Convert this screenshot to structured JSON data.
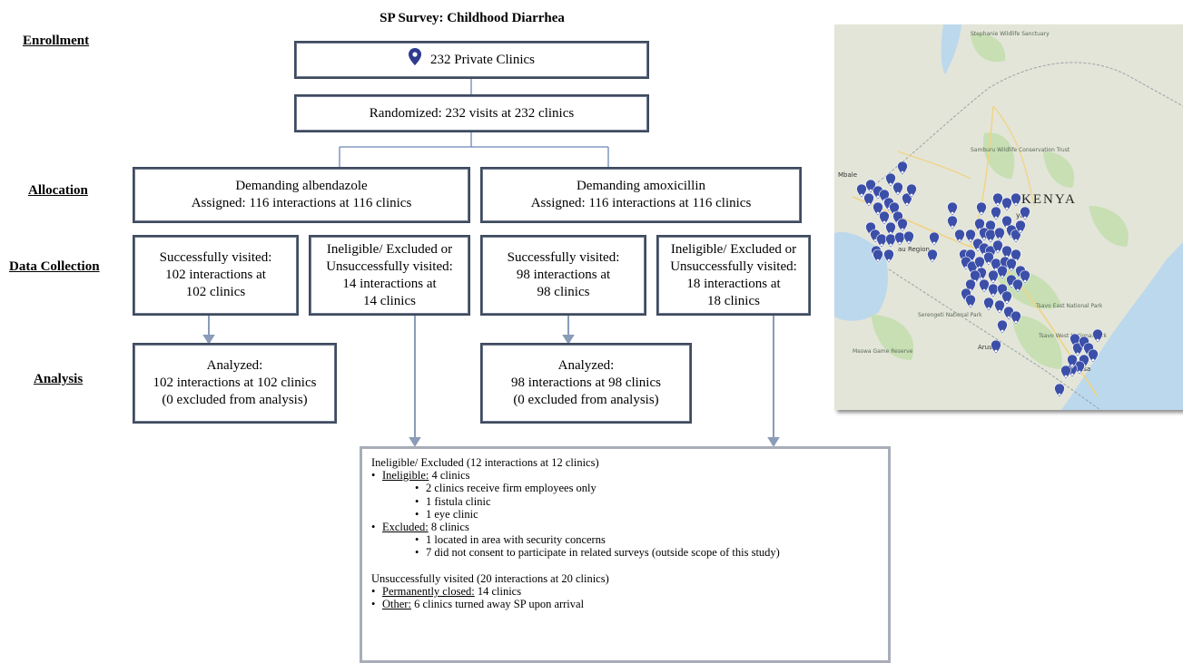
{
  "title": "SP Survey: Childhood Diarrhea",
  "stages": {
    "enrollment": "Enrollment",
    "allocation": "Allocation",
    "data_collection": "Data Collection",
    "analysis": "Analysis"
  },
  "enroll_box": {
    "text": "232 Private Clinics",
    "icon": "map-pin-icon"
  },
  "randomized_box": "Randomized: 232 visits at 232 clinics",
  "arm_left": {
    "alloc_line1": "Demanding albendazole",
    "alloc_line2": "Assigned: 116 interactions at 116 clinics",
    "visited_lines": [
      "Successfully visited:",
      "102 interactions at",
      "102 clinics"
    ],
    "excluded_lines": [
      "Ineligible/ Excluded or",
      "Unsuccessfully visited:",
      "14 interactions at",
      "14 clinics"
    ],
    "analysis_lines": [
      "Analyzed:",
      "102 interactions at 102 clinics",
      "(0 excluded from analysis)"
    ]
  },
  "arm_right": {
    "alloc_line1": "Demanding amoxicillin",
    "alloc_line2": "Assigned: 116 interactions at 116 clinics",
    "visited_lines": [
      "Successfully visited:",
      "98 interactions at",
      "98 clinics"
    ],
    "excluded_lines": [
      "Ineligible/ Excluded or",
      "Unsuccessfully visited:",
      "18 interactions at",
      "18 clinics"
    ],
    "analysis_lines": [
      "Analyzed:",
      "98 interactions at 98 clinics",
      "(0 excluded from analysis)"
    ]
  },
  "detail": {
    "heading1": "Ineligible/ Excluded (12 interactions at 12 clinics)",
    "ineligible_label": "Ineligible:",
    "ineligible_rest": " 4 clinics",
    "ineligible_items": [
      "2 clinics receive firm employees only",
      "1 fistula clinic",
      "1 eye clinic"
    ],
    "excluded_label": "Excluded:",
    "excluded_rest": " 8 clinics",
    "excluded_items": [
      "1 located in area with security concerns",
      "7 did not consent to participate in related surveys (outside scope of this study)"
    ],
    "heading2": "Unsuccessfully visited (20 interactions at 20 clinics)",
    "closed_label": "Permanently closed:",
    "closed_rest": " 14 clinics",
    "other_label": "Other:",
    "other_rest": " 6 clinics turned away SP upon arrival",
    "bullet": "•"
  },
  "map": {
    "country_label": "KENYA",
    "labels": {
      "stephanie": "Stephanie Wildlife Sanctuary",
      "samburu": "Samburu Wildlife Conservation Trust",
      "mbale": "Mbale",
      "nyeri": "ya",
      "serengeti": "Serengeti National Park",
      "tsavo_east": "Tsavo East National Park",
      "tsavo_west": "Tsavo West National Park",
      "maswa": "Maswa Game Reserve",
      "arusha": "Arusha",
      "mombasa": "asa",
      "region": "au Region"
    },
    "colors": {
      "water": "#bcd8ec",
      "land": "#e4e6da",
      "park": "#bfdcae",
      "pin": "#3c4fa8",
      "road": "#f3d27a"
    }
  }
}
